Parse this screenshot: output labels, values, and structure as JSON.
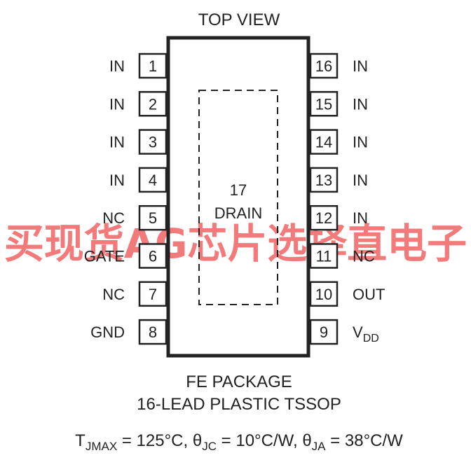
{
  "title": "TOP VIEW",
  "pins_left": [
    {
      "num": "1",
      "name": "IN"
    },
    {
      "num": "2",
      "name": "IN"
    },
    {
      "num": "3",
      "name": "IN"
    },
    {
      "num": "4",
      "name": "IN"
    },
    {
      "num": "5",
      "name": "NC"
    },
    {
      "num": "6",
      "name": "GATE"
    },
    {
      "num": "7",
      "name": "NC"
    },
    {
      "num": "8",
      "name": "GND"
    }
  ],
  "pins_right": [
    {
      "num": "16",
      "name": "IN"
    },
    {
      "num": "15",
      "name": "IN"
    },
    {
      "num": "14",
      "name": "IN"
    },
    {
      "num": "13",
      "name": "IN"
    },
    {
      "num": "12",
      "name": "IN"
    },
    {
      "num": "11",
      "name": "NC"
    },
    {
      "num": "10",
      "name": "OUT"
    },
    {
      "num": "9",
      "name": "V",
      "sub": "DD"
    }
  ],
  "exposed_pad": {
    "num": "17",
    "name": "DRAIN"
  },
  "package": {
    "line1": "FE PACKAGE",
    "line2": "16-LEAD PLASTIC TSSOP"
  },
  "thermal": {
    "t_sym": "T",
    "t_sub": "JMAX",
    "t_val": " = 125°C, ",
    "jc_sym": "θ",
    "jc_sub": "JC",
    "jc_val": " = 10°C/W, ",
    "ja_sym": "θ",
    "ja_sub": "JA",
    "ja_val": " = 38°C/W"
  },
  "watermark": "买现货AG芯片选择直电子",
  "colors": {
    "line": "#222222",
    "watermark": "#f05a5a"
  }
}
